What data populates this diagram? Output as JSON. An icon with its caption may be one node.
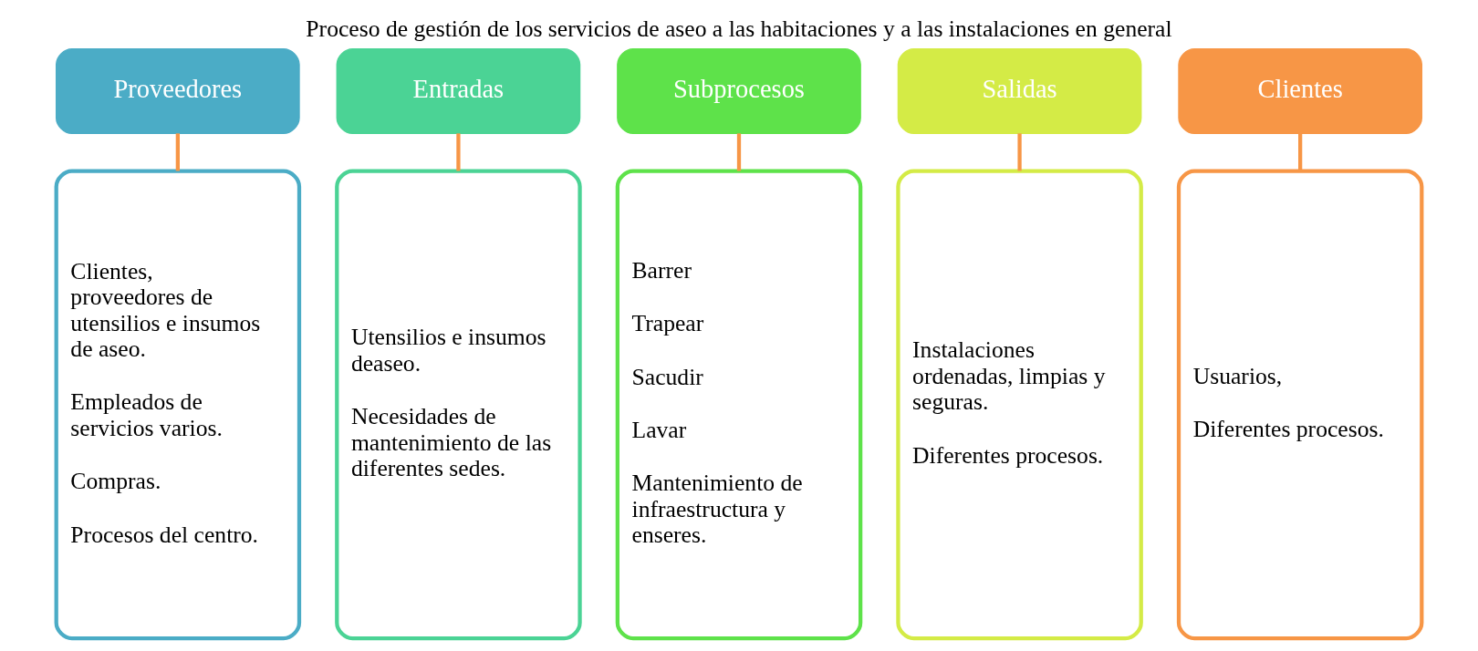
{
  "diagram": {
    "title": "Proceso de gestión de los servicios de aseo a las habitaciones y a las instalaciones en general",
    "nodes": [
      {
        "text": [
          "Proveedores"
        ]
      },
      {
        "text": [
          "Entradas"
        ]
      },
      {
        "text": [
          "Subprocesos"
        ]
      },
      {
        "text": [
          "Salidas"
        ]
      },
      {
        "text": [
          "Clientes"
        ]
      },
      {
        "text": [
          "Clientes, proveedores de utensilios e insumos de aseo.",
          "Empleados de servicios varios.",
          "Compras.",
          "Procesos del centro."
        ]
      },
      {
        "text": [
          "Utensilios e insumos deaseo.",
          "Necesidades de mantenimiento de las diferentes sedes."
        ]
      },
      {
        "text": [
          "Barrer",
          "Trapear",
          "Sacudir",
          "Lavar",
          "Mantenimiento de infraestructura y enseres."
        ]
      },
      {
        "text": [
          "Instalaciones ordenadas, limpias y seguras.",
          "Diferentes procesos."
        ]
      },
      {
        "text": [
          "Usuarios,",
          "Diferentes procesos."
        ]
      }
    ],
    "edges": [
      {
        "from": 0,
        "to": 5,
        "arrow": "none"
      },
      {
        "from": 1,
        "to": 6,
        "arrow": "none"
      },
      {
        "from": 2,
        "to": 7,
        "arrow": "none"
      },
      {
        "from": 3,
        "to": 8,
        "arrow": "none"
      },
      {
        "from": 4,
        "to": 9,
        "arrow": "none"
      }
    ]
  }
}
